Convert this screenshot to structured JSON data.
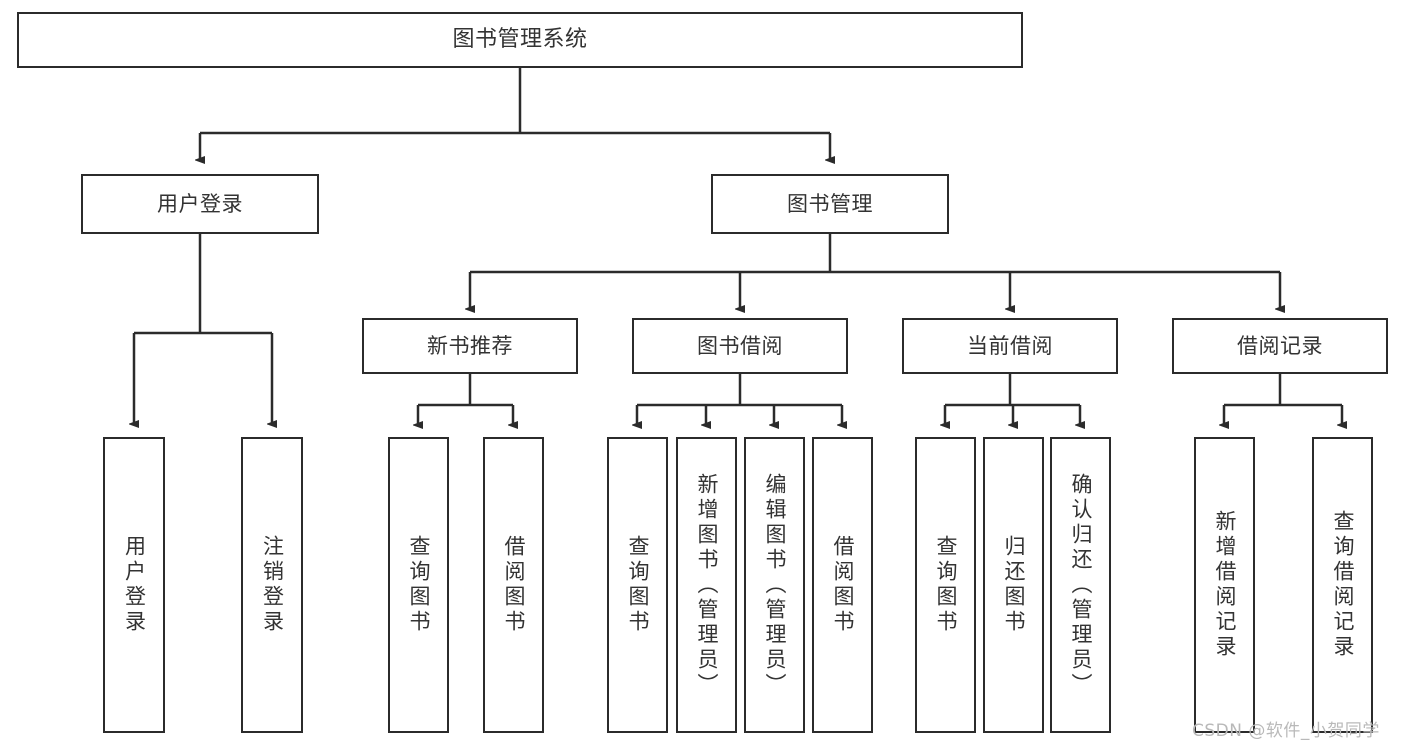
{
  "diagram": {
    "title": "图书管理系统",
    "type": "tree-hierarchy-diagram",
    "accent_color": "#2b2b2b",
    "text_color": "#333333",
    "background_color": "#ffffff"
  },
  "root": {
    "label": "图书管理系统"
  },
  "level2": [
    {
      "label": "用户登录"
    },
    {
      "label": "图书管理"
    }
  ],
  "level3": [
    {
      "label": "新书推荐"
    },
    {
      "label": "图书借阅"
    },
    {
      "label": "当前借阅"
    },
    {
      "label": "借阅记录"
    }
  ],
  "leaves": {
    "user_login": [
      {
        "label": "用户登录"
      },
      {
        "label": "注销登录"
      }
    ],
    "new_book_recommend": [
      {
        "label": "查询图书"
      },
      {
        "label": "借阅图书"
      }
    ],
    "book_borrow": [
      {
        "label": "查询图书"
      },
      {
        "label": "新增图书（管理员）"
      },
      {
        "label": "编辑图书（管理员）"
      },
      {
        "label": "借阅图书"
      }
    ],
    "current_borrow": [
      {
        "label": "查询图书"
      },
      {
        "label": "归还图书"
      },
      {
        "label": "确认归还（管理员）"
      }
    ],
    "borrow_record": [
      {
        "label": "新增借阅记录"
      },
      {
        "label": "查询借阅记录"
      }
    ]
  },
  "watermark": {
    "text": "CSDN @软件_小贺同学"
  }
}
